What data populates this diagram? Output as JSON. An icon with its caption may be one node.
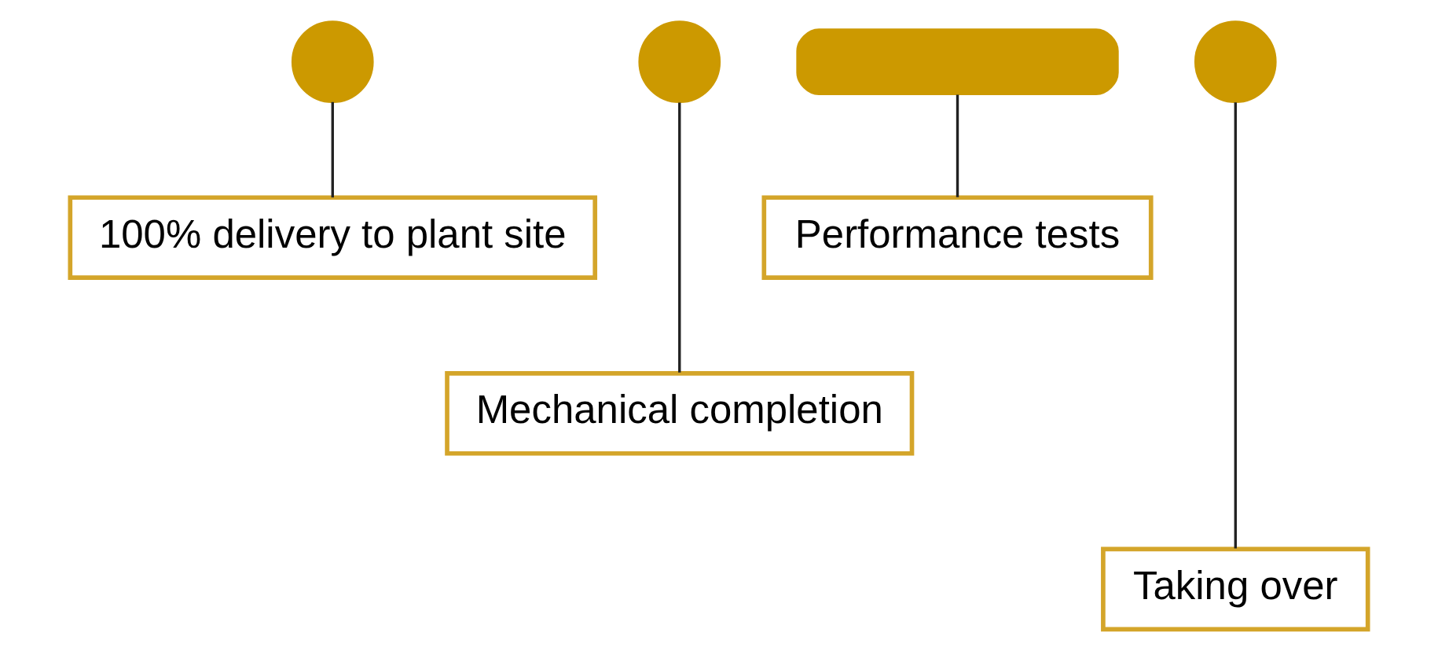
{
  "diagram": {
    "nodes": [
      {
        "text": [],
        "shape": "circle"
      },
      {
        "text": [],
        "shape": "circle"
      },
      {
        "text": [],
        "shape": "bar"
      },
      {
        "text": [],
        "shape": "circle"
      },
      {
        "text": [
          "100% delivery to plant site"
        ]
      },
      {
        "text": [
          "Mechanical completion"
        ]
      },
      {
        "text": [
          "Performance tests"
        ]
      },
      {
        "text": [
          "Taking over"
        ]
      }
    ],
    "edges": [
      {
        "from": 0,
        "to": 4,
        "arrow": "none"
      },
      {
        "from": 1,
        "to": 5,
        "arrow": "none"
      },
      {
        "from": 2,
        "to": 6,
        "arrow": "none"
      },
      {
        "from": 3,
        "to": 7,
        "arrow": "none"
      }
    ]
  }
}
